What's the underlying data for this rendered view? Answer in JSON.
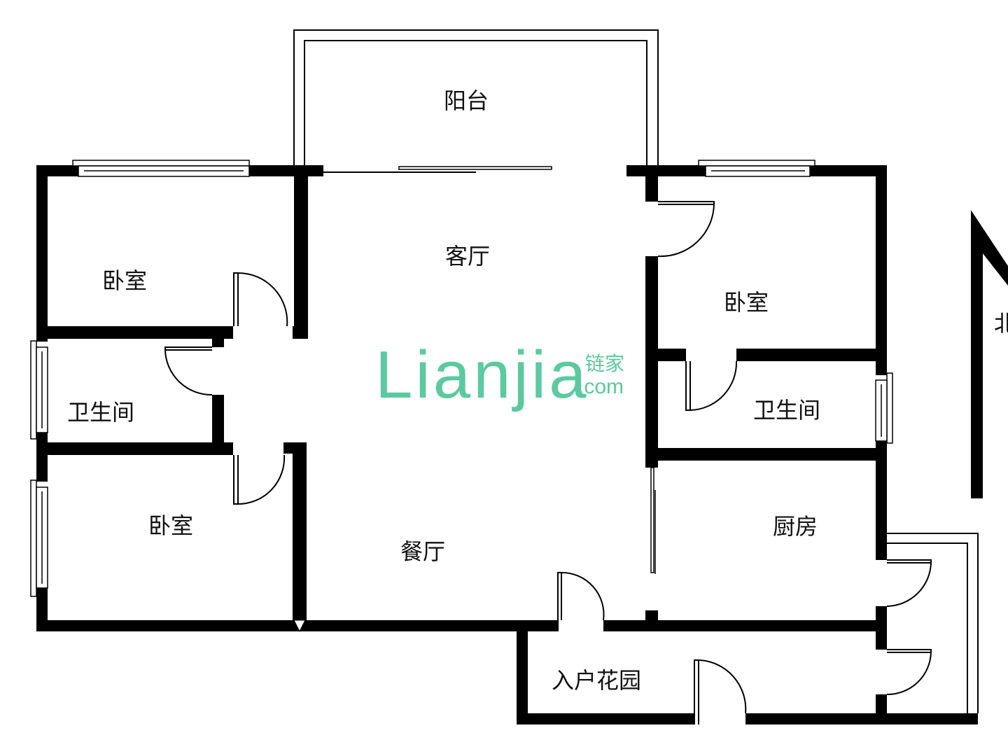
{
  "rooms": {
    "balcony": "阳台",
    "living_room": "客厅",
    "bedroom_top_left": "卧室",
    "bedroom_right": "卧室",
    "bathroom_left": "卫生间",
    "bathroom_right": "卫生间",
    "bedroom_bottom_left": "卧室",
    "dining_room": "餐厅",
    "kitchen": "厨房",
    "entry_garden": "入户花园"
  },
  "watermark": {
    "latin": "Lianjia",
    "chinese": "链家",
    "domain": ".com",
    "color": "#5cc9a0"
  },
  "compass": {
    "label": "北",
    "icon": "north-arrow-icon"
  },
  "colors": {
    "wall": "#000000",
    "background": "#ffffff"
  }
}
